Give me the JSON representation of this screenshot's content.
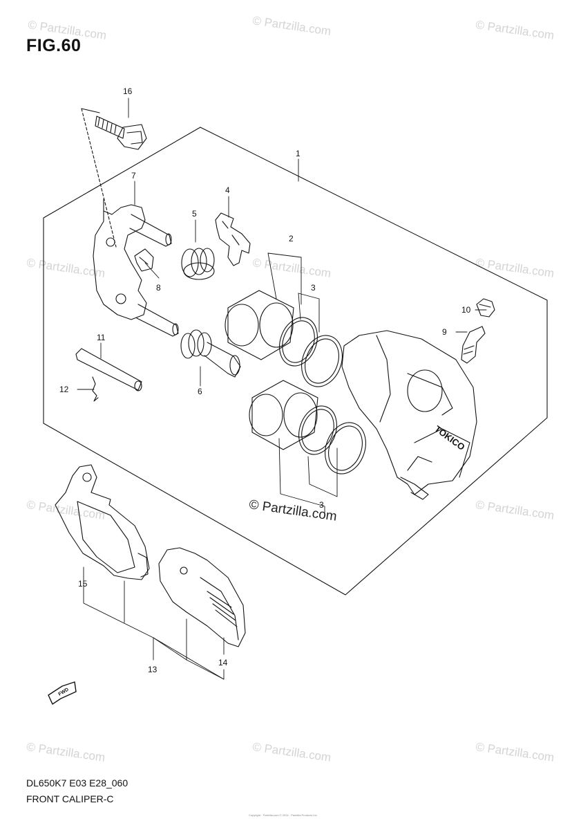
{
  "figure": {
    "title": "FIG.60",
    "model_code": "DL650K7 E03 E28_060",
    "caption": "FRONT CALIPER-C"
  },
  "watermark": {
    "text": "© Partzilla.com",
    "center_text": "© Partzilla.com",
    "copyright_small": "Copyright · Partzilla.com © 2024 · Partzilla Products Inc."
  },
  "callouts": [
    "1",
    "2",
    "3",
    "3",
    "4",
    "5",
    "6",
    "7",
    "8",
    "9",
    "10",
    "11",
    "12",
    "13",
    "14",
    "15",
    "16"
  ],
  "caliper_logo": "TOKICO",
  "fwd_label": "FWD",
  "colors": {
    "line": "#111111",
    "watermark": "#d4d4d4"
  }
}
